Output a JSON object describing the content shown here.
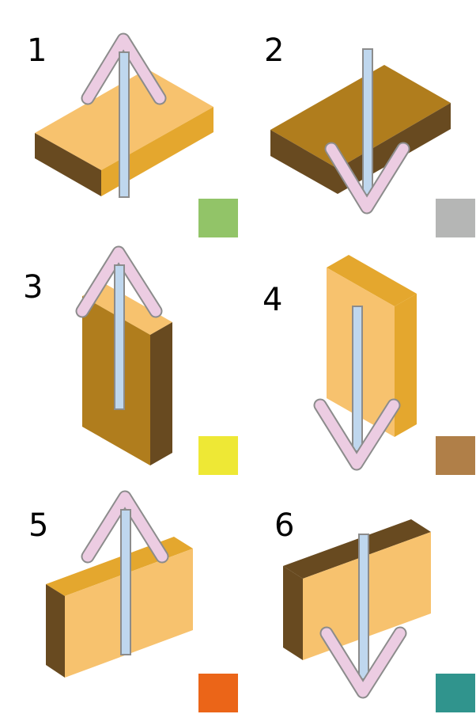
{
  "palette": {
    "light": "#F7C26E",
    "mid": "#E4A72E",
    "dark": "#B07D1D",
    "darkest": "#684A20",
    "arrow_outer": "#ECCCE2",
    "arrow_inner": "#BFD7EE",
    "arrow_stroke": "#8C8C8C"
  },
  "panels": [
    {
      "label": "1",
      "swatch": "#92C468",
      "direction": "up"
    },
    {
      "label": "2",
      "swatch": "#B5B6B5",
      "direction": "down"
    },
    {
      "label": "3",
      "swatch": "#EEE835",
      "direction": "up"
    },
    {
      "label": "4",
      "swatch": "#B07F48",
      "direction": "down"
    },
    {
      "label": "5",
      "swatch": "#EB6518",
      "direction": "up"
    },
    {
      "label": "6",
      "swatch": "#30948D",
      "direction": "down"
    }
  ]
}
